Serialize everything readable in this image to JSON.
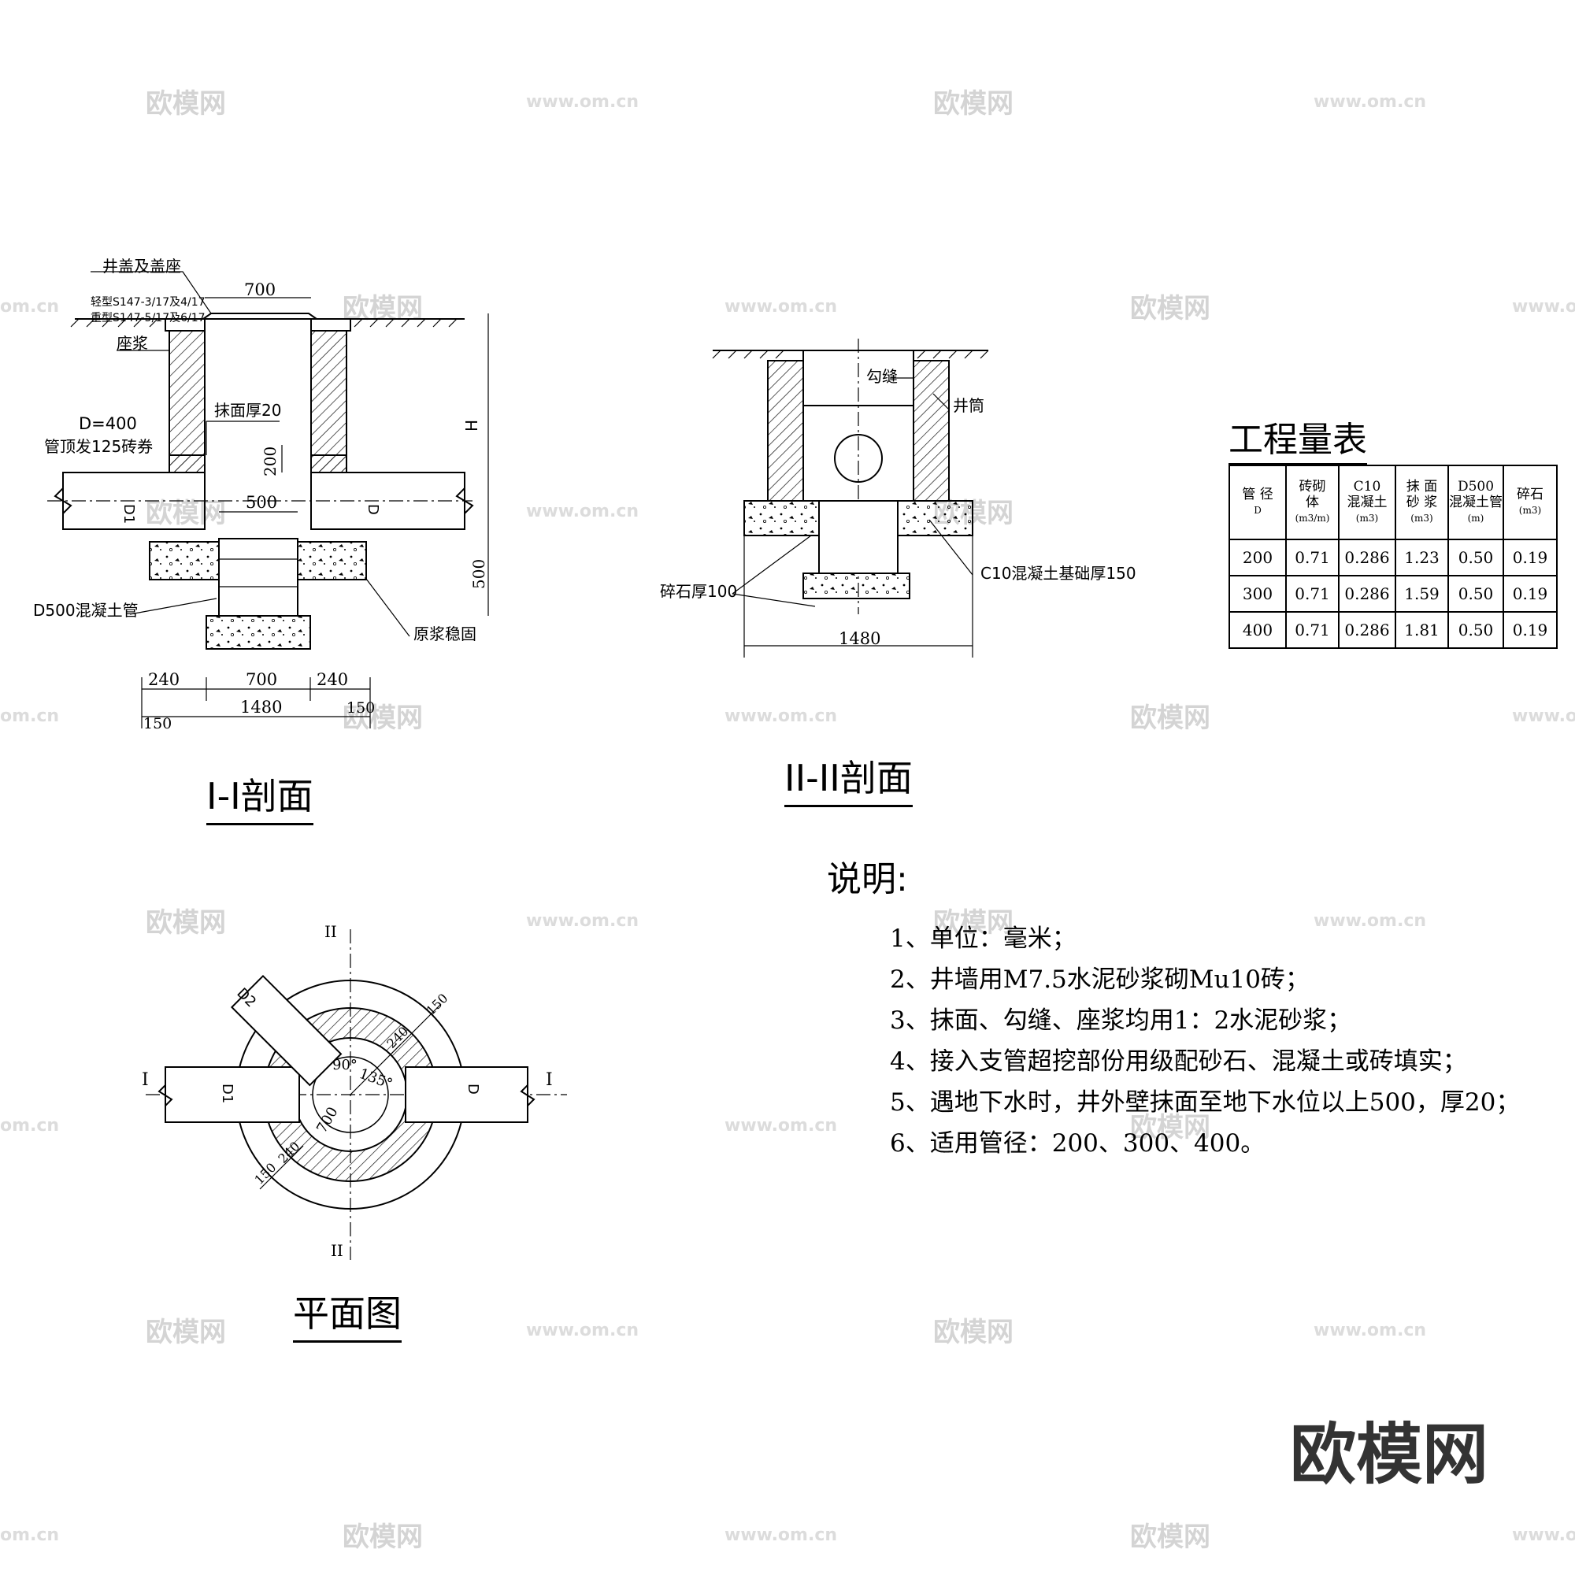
{
  "section_1": {
    "title": "I-I剖面",
    "labels": {
      "cover": "井盖及盖座",
      "light": "轻型S147-3/17及4/17",
      "heavy": "重型S147-5/17及6/17",
      "mortar_bed": "座浆",
      "pipe_d": "D=400",
      "brick_arch": "管顶发125砖券",
      "plaster": "抹面厚20",
      "concrete_pipe": "D500混凝土管",
      "grout": "原浆稳固",
      "d1": "D1",
      "d": "D",
      "h": "H"
    },
    "dims": {
      "top_700": "700",
      "d200": "200",
      "d500_inner": "500",
      "d500_side": "500",
      "d240_left": "240",
      "d700_bottom": "700",
      "d240_right": "240",
      "d150_left": "150",
      "d1480": "1480",
      "d150_right": "150"
    }
  },
  "section_2": {
    "title": "II-II剖面",
    "labels": {
      "joint": "勾缝",
      "shaft": "井筒",
      "foundation": "C10混凝土基础厚150",
      "gravel": "碎石厚100"
    },
    "dims": {
      "d1480": "1480"
    }
  },
  "plan": {
    "title": "平面图",
    "labels": {
      "sec_ii_top": "II",
      "sec_ii_bottom": "II",
      "sec_i_left": "I",
      "sec_i_right": "I",
      "d2": "D2",
      "d1": "D1",
      "d": "D",
      "angle_90": "90°",
      "angle_135": "135°",
      "d700": "700",
      "d240_a": "240",
      "d150_a": "150",
      "d240_b": "240",
      "d150_b": "150"
    }
  },
  "quantity_table": {
    "title": "工程量表",
    "headers": [
      {
        "line1": "管 径",
        "line2": "",
        "unit": "D"
      },
      {
        "line1": "砖砌",
        "line2": "体",
        "unit": "(m3/m)"
      },
      {
        "line1": "C10",
        "line2": "混凝土",
        "unit": "(m3)"
      },
      {
        "line1": "抹 面",
        "line2": "砂 浆",
        "unit": "(m3)"
      },
      {
        "line1": "D500",
        "line2": "混凝土管",
        "unit": "(m)"
      },
      {
        "line1": "碎石",
        "line2": "",
        "unit": "(m3)"
      }
    ],
    "rows": [
      [
        "200",
        "0.71",
        "0.286",
        "1.23",
        "0.50",
        "0.19"
      ],
      [
        "300",
        "0.71",
        "0.286",
        "1.59",
        "0.50",
        "0.19"
      ],
      [
        "400",
        "0.71",
        "0.286",
        "1.81",
        "0.50",
        "0.19"
      ]
    ]
  },
  "notes": {
    "title": "说明:",
    "items": [
      "1、单位：毫米；",
      "2、井墙用M7.5水泥砂浆砌Mu10砖；",
      "3、抹面、勾缝、座浆均用1：2水泥砂浆；",
      "4、接入支管超挖部份用级配砂石、混凝土或砖填实；",
      "5、遇地下水时，井外壁抹面至地下水位以上500，厚20；",
      "6、适用管径：200、300、400。"
    ]
  },
  "watermark": {
    "logo": "欧模网",
    "url": "www.om.cn",
    "tail": "om.cn"
  },
  "brand": "欧模网"
}
